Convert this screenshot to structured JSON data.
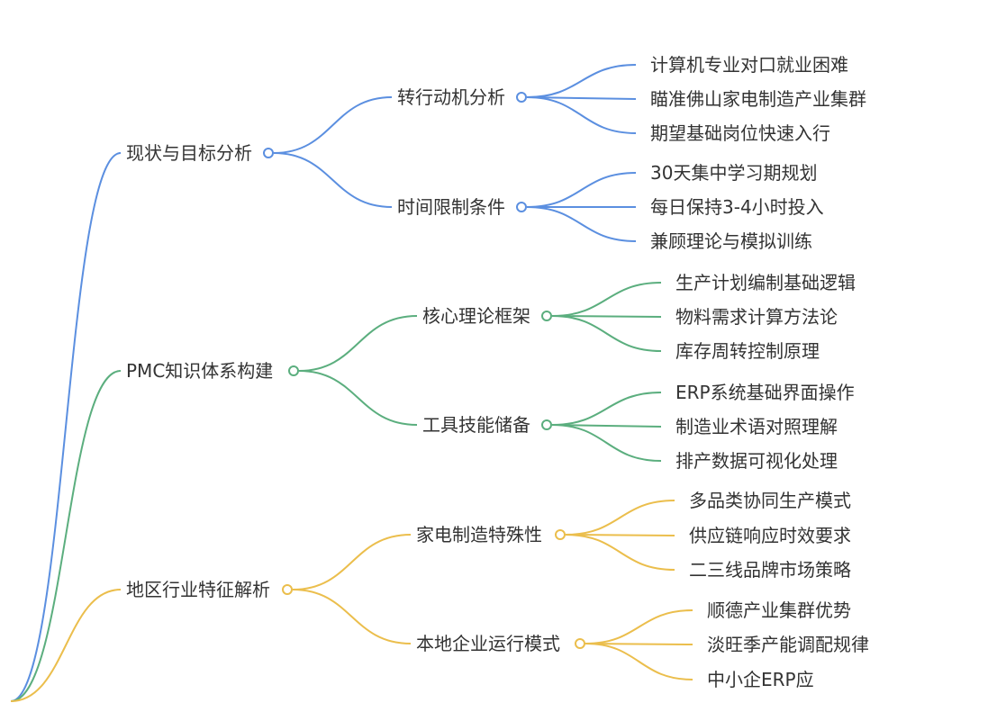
{
  "mindmap": {
    "colors": {
      "blue": "#5B8FE0",
      "green": "#5BAE7E",
      "yellow": "#EBBE4C"
    },
    "branches": [
      {
        "label": "现状与目标分析",
        "color": "blue",
        "children": [
          {
            "label": "转行动机分析",
            "leaves": [
              "计算机专业对口就业困难",
              "瞄准佛山家电制造产业集群",
              "期望基础岗位快速入行"
            ]
          },
          {
            "label": "时间限制条件",
            "leaves": [
              "30天集中学习期规划",
              "每日保持3-4小时投入",
              "兼顾理论与模拟训练"
            ]
          }
        ]
      },
      {
        "label": "PMC知识体系构建",
        "color": "green",
        "children": [
          {
            "label": "核心理论框架",
            "leaves": [
              "生产计划编制基础逻辑",
              "物料需求计算方法论",
              "库存周转控制原理"
            ]
          },
          {
            "label": "工具技能储备",
            "leaves": [
              "ERP系统基础界面操作",
              "制造业术语对照理解",
              "排产数据可视化处理"
            ]
          }
        ]
      },
      {
        "label": "地区行业特征解析",
        "color": "yellow",
        "children": [
          {
            "label": "家电制造特殊性",
            "leaves": [
              "多品类协同生产模式",
              "供应链响应时效要求",
              "二三线品牌市场策略"
            ]
          },
          {
            "label": "本地企业运行模式",
            "leaves": [
              "顺德产业集群优势",
              "淡旺季产能调配规律",
              "中小企ERP应"
            ]
          }
        ]
      }
    ]
  }
}
